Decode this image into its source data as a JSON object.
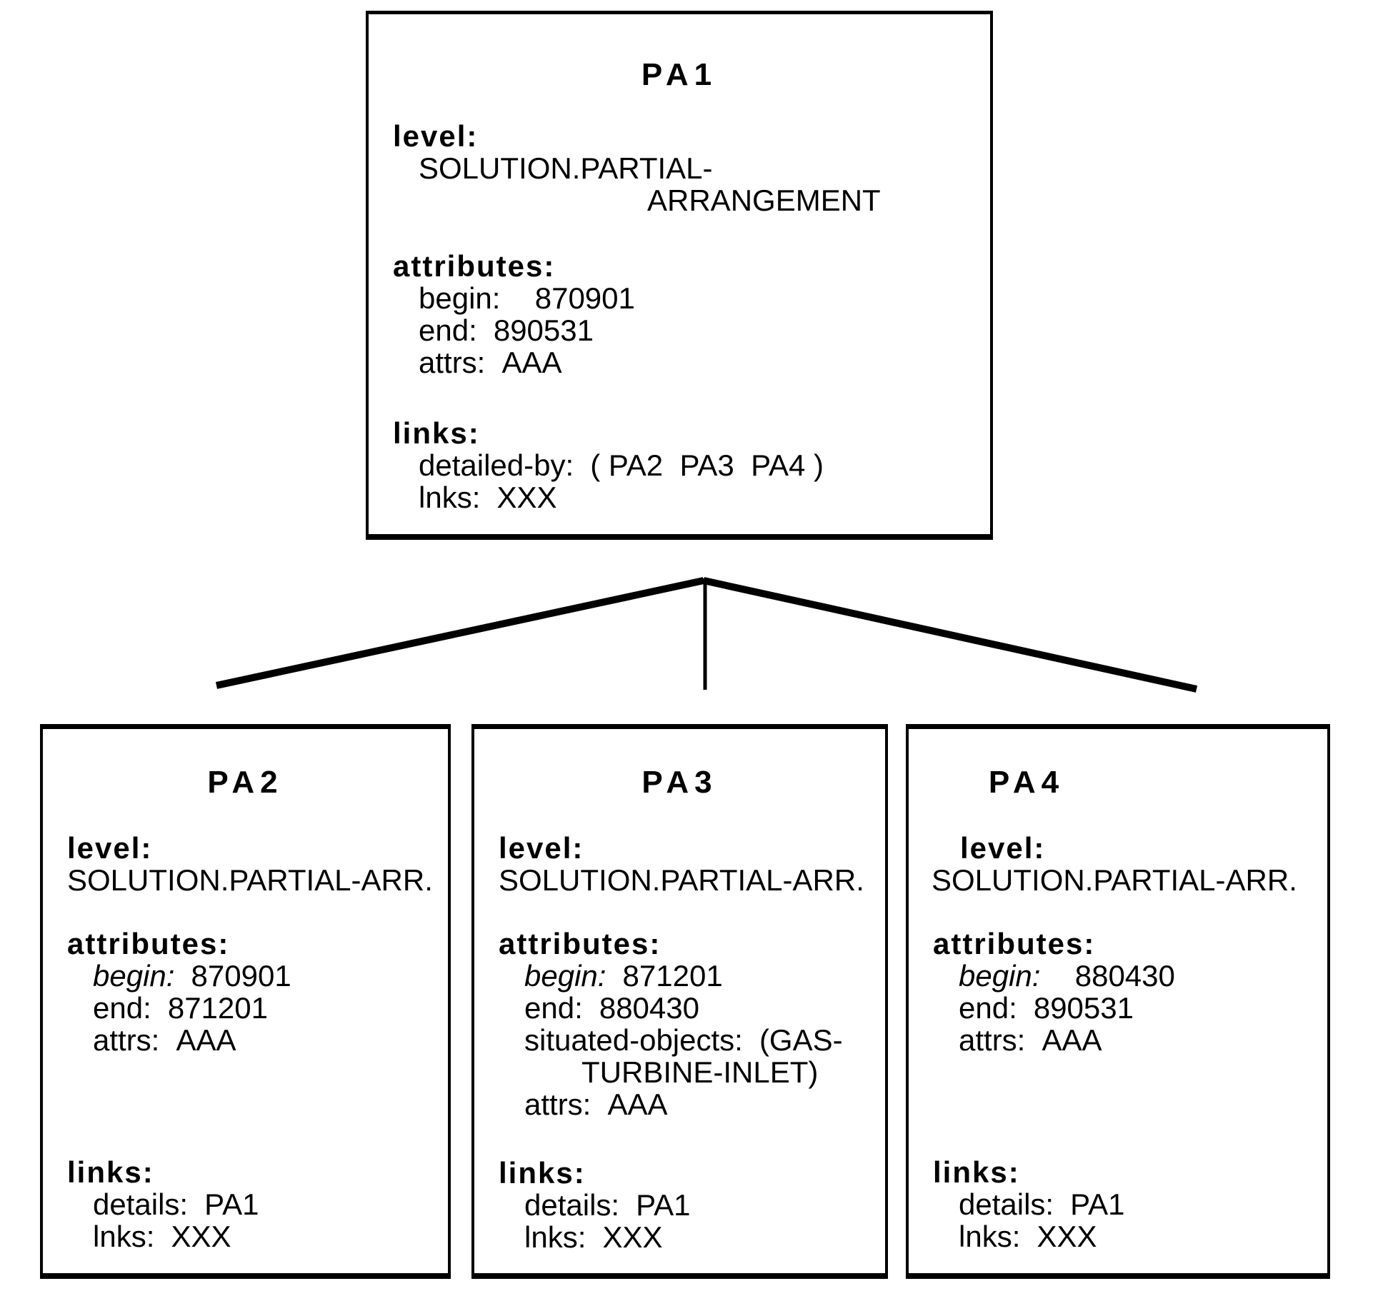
{
  "diagram": {
    "background": "#ffffff",
    "ink": "#000000",
    "description": "frame hierarchy: PA1 detailed-by PA2 PA3 PA4"
  },
  "labels": {
    "level": "level:",
    "attributes": "attributes:",
    "links": "links:"
  },
  "boxes": [
    {
      "id": "PA1",
      "title": "PA1",
      "level_lines": [
        "SOLUTION.PARTIAL-",
        "ARRANGEMENT"
      ],
      "attributes": [
        {
          "key": "begin:",
          "value": "870901"
        },
        {
          "key": "end:",
          "value": "890531"
        },
        {
          "key": "attrs:",
          "value": "AAA"
        }
      ],
      "links": [
        {
          "key": "detailed-by:",
          "value": "( PA2  PA3  PA4 )"
        },
        {
          "key": "lnks:",
          "value": "XXX"
        }
      ]
    },
    {
      "id": "PA2",
      "title": "PA2",
      "level_lines": [
        "SOLUTION.PARTIAL-ARR."
      ],
      "attributes": [
        {
          "key": "begin:",
          "value": "870901"
        },
        {
          "key": "end:",
          "value": "871201"
        },
        {
          "key": "attrs:",
          "value": "AAA"
        }
      ],
      "links": [
        {
          "key": "details:",
          "value": "PA1"
        },
        {
          "key": "lnks:",
          "value": "XXX"
        }
      ]
    },
    {
      "id": "PA3",
      "title": "PA3",
      "level_lines": [
        "SOLUTION.PARTIAL-ARR."
      ],
      "attributes": [
        {
          "key": "begin:",
          "value": "871201"
        },
        {
          "key": "end:",
          "value": "880430"
        },
        {
          "key": "situated-objects:",
          "value": "(GAS-",
          "cont": "TURBINE-INLET)"
        },
        {
          "key": "attrs:",
          "value": "AAA"
        }
      ],
      "links": [
        {
          "key": "details:",
          "value": "PA1"
        },
        {
          "key": "lnks:",
          "value": "XXX"
        }
      ]
    },
    {
      "id": "PA4",
      "title": "PA4",
      "level_lines": [
        "SOLUTION.PARTIAL-ARR."
      ],
      "attributes": [
        {
          "key": "begin:",
          "value": "880430"
        },
        {
          "key": "end:",
          "value": "890531"
        },
        {
          "key": "attrs:",
          "value": "AAA"
        }
      ],
      "links": [
        {
          "key": "details:",
          "value": "PA1"
        },
        {
          "key": "lnks:",
          "value": "XXX"
        }
      ]
    }
  ]
}
